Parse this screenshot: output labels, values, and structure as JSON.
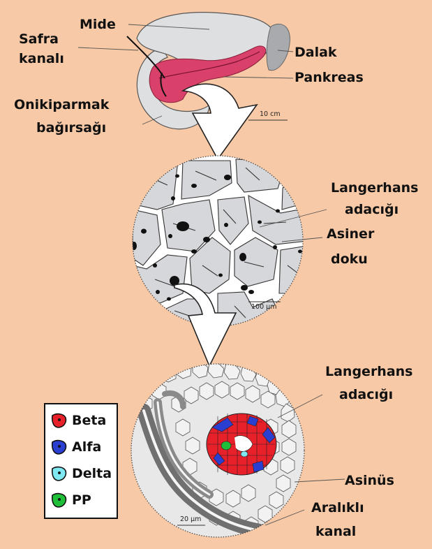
{
  "labels": {
    "mide": "Mide",
    "safra_line1": "Safra",
    "safra_line2": "kanalı",
    "dalak": "Dalak",
    "pankreas": "Pankreas",
    "oniki_line1": "Onikiparmak",
    "oniki_line2": "bağırsağı",
    "langerhans1_line1": "Langerhans",
    "langerhans1_line2": "adacığı",
    "asiner_line1": "Asiner",
    "asiner_line2": "doku",
    "langerhans2_line1": "Langerhans",
    "langerhans2_line2": "adacığı",
    "asinus": "Asinüs",
    "aralikli_line1": "Aralıklı",
    "aralikli_line2": "kanal"
  },
  "scales": {
    "organ": "10 cm",
    "tissue": "100 µm",
    "islet": "20 µm"
  },
  "legend": [
    {
      "label": "Beta",
      "color": "#e8202a"
    },
    {
      "label": "Alfa",
      "color": "#2a3fd0"
    },
    {
      "label": "Delta",
      "color": "#7fe8f0"
    },
    {
      "label": "PP",
      "color": "#1fbf3a"
    }
  ],
  "colors": {
    "background": "#f8c9a6",
    "stomach": "#dedfe1",
    "spleen": "#a8aaad",
    "pancreas": "#d9416a",
    "tissue_lobule": "#d6d7da",
    "island": "#111111"
  }
}
